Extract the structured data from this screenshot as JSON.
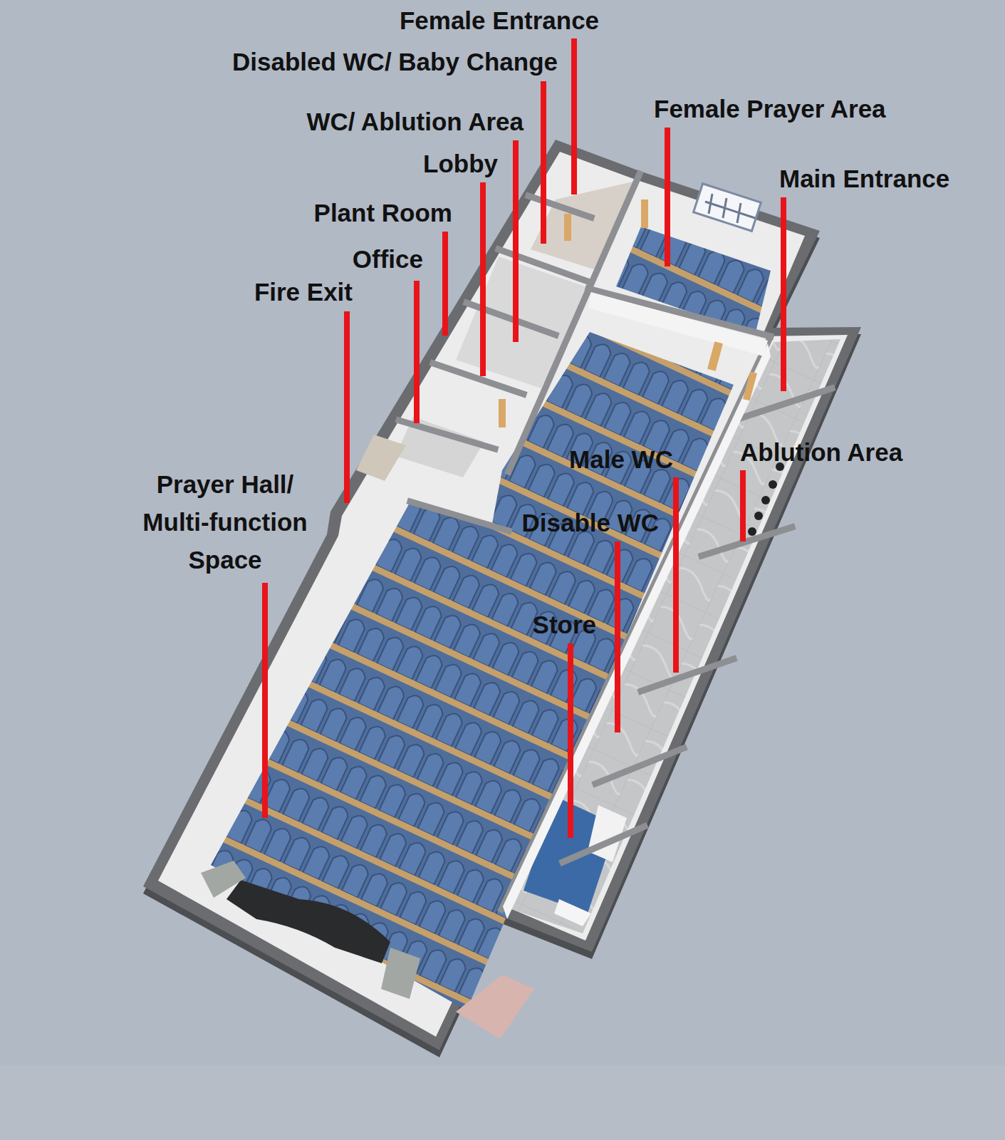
{
  "diagram": {
    "labels": [
      "Female Entrance",
      "Disabled WC/ Baby Change",
      "WC/ Ablution Area",
      "Lobby",
      "Plant Room",
      "Office",
      "Fire Exit",
      "Female Prayer Area",
      "Main Entrance",
      "Ablution Area",
      "Male WC",
      "Disable WC",
      "Store",
      "Prayer Hall/ Multi-function Space"
    ]
  }
}
